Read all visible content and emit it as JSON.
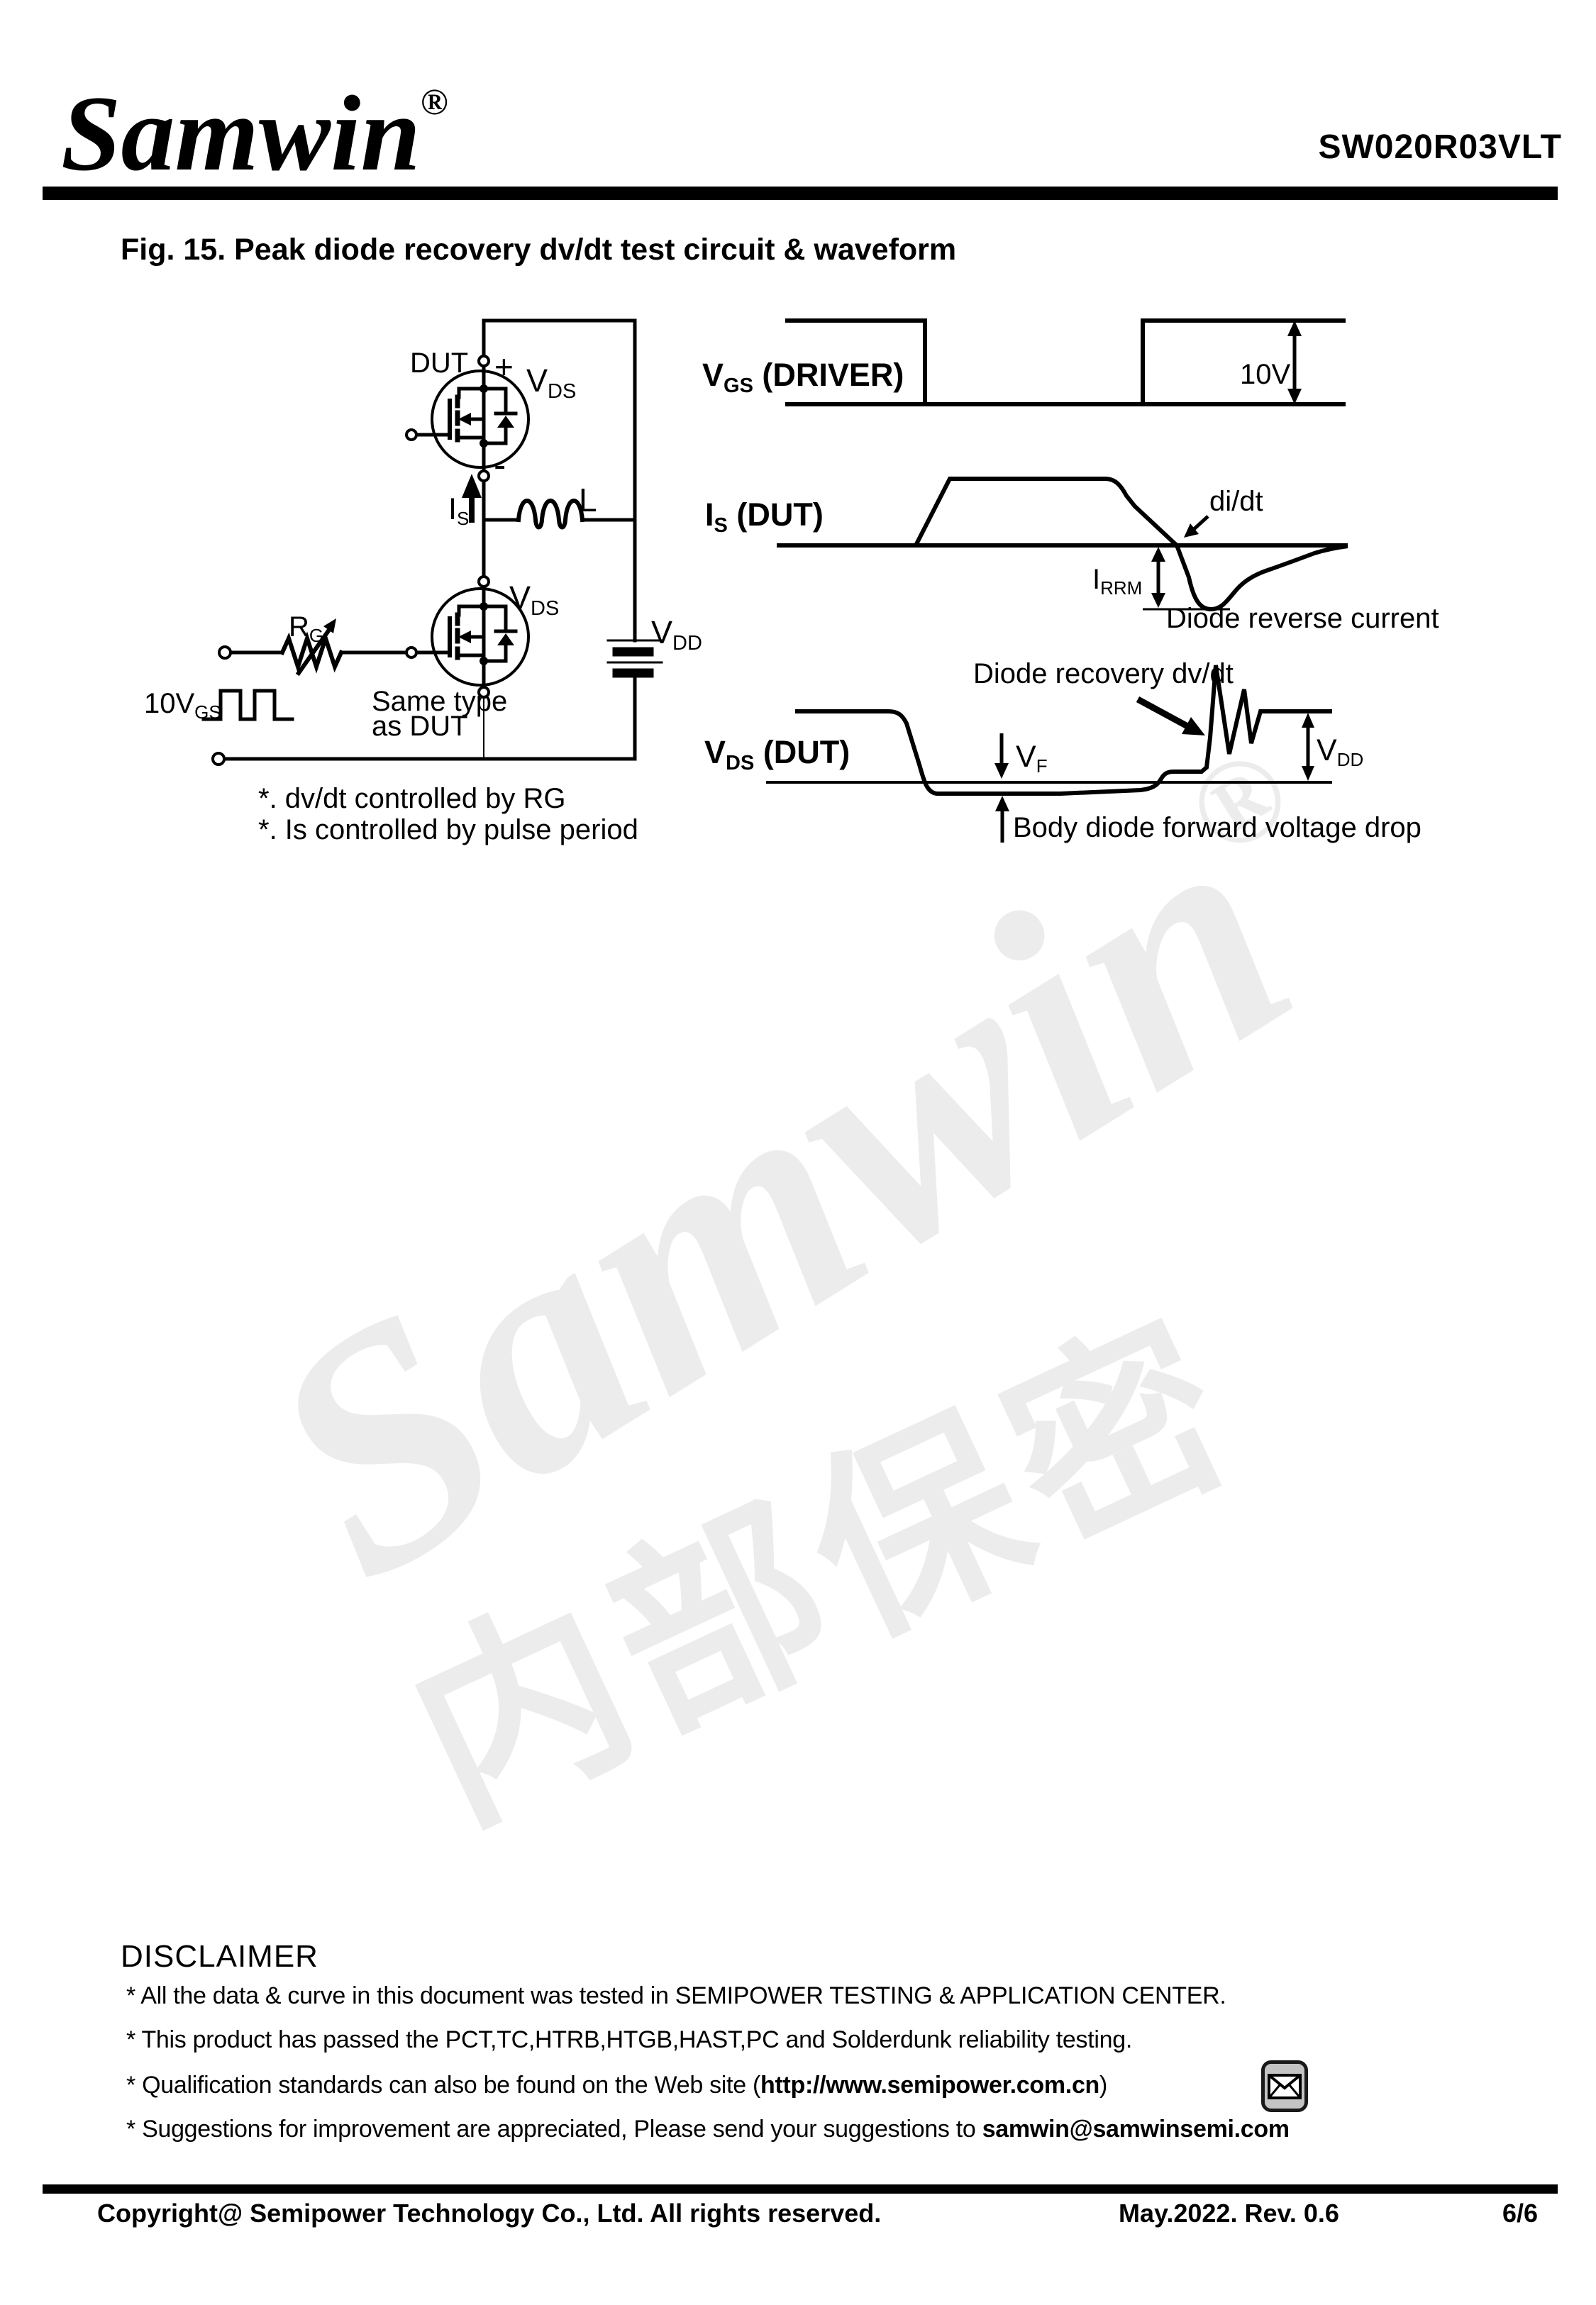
{
  "header": {
    "logo": "Samwin",
    "registered": "®",
    "part_number": "SW020R03VLT"
  },
  "figure": {
    "title": "Fig. 15. Peak diode recovery dv/dt test circuit & waveform"
  },
  "circuit": {
    "dut": "DUT",
    "plus": "+",
    "minus": "-",
    "vds_top": {
      "main": "V",
      "sub": "DS"
    },
    "vds_mid": {
      "main": "V",
      "sub": "DS"
    },
    "is_arrow": {
      "main": "I",
      "sub": "S"
    },
    "inductor": "L",
    "rg": {
      "main": "R",
      "sub": "G"
    },
    "vgs_source": {
      "main": "10V",
      "sub": "GS"
    },
    "vdd_battery": {
      "main": "V",
      "sub": "DD"
    },
    "same_type_line1": "Same type",
    "same_type_line2": "as DUT",
    "note1": "*. dv/dt controlled by RG",
    "note2": "*. Is controlled by pulse period"
  },
  "waveforms": {
    "vgs_label": {
      "main": "V",
      "sub": "GS",
      "rest": " (DRIVER)"
    },
    "vgs_amplitude": "10V",
    "is_label": {
      "main": "I",
      "sub": "S",
      "rest": " (DUT)"
    },
    "didt": "di/dt",
    "irrm": {
      "main": "I",
      "sub": "RRM"
    },
    "diode_reverse": "Diode reverse current",
    "diode_recovery": "Diode recovery dv/dt",
    "vds_label": {
      "main": "V",
      "sub": "DS",
      "rest": " (DUT)"
    },
    "vf": {
      "main": "V",
      "sub": "F"
    },
    "vdd": {
      "main": "V",
      "sub": "DD"
    },
    "body_diode": "Body diode forward voltage drop"
  },
  "watermark": {
    "text": "Samwin",
    "registered": "®",
    "chinese": "内部保密",
    "color": "#ececec"
  },
  "disclaimer": {
    "title": "DISCLAIMER",
    "lines": [
      {
        "pre": "* All the data & curve in this document was tested in SEMIPOWER TESTING & APPLICATION CENTER.",
        "mid": "",
        "bold": "",
        "post": ""
      },
      {
        "pre": "* This product has passed the PCT,TC,HTRB,HTGB,HAST,PC and Solderdunk reliability testing.",
        "mid": "",
        "bold": "",
        "post": ""
      },
      {
        "pre": "* Qualification standards can also be found on the Web ",
        "mid": "site (",
        "bold": "http://www.semipower.com.cn",
        "post": ")"
      },
      {
        "pre": "* Suggestions for improvement are appreciated, Please ",
        "mid": "send your suggestions to ",
        "bold": "samwin@samwinsemi.com",
        "post": ""
      }
    ]
  },
  "footer": {
    "copyright": "Copyright@ Semipower Technology Co., Ltd. All rights reserved.",
    "date_rev": "May.2022. Rev. 0.6",
    "page": "6/6"
  }
}
